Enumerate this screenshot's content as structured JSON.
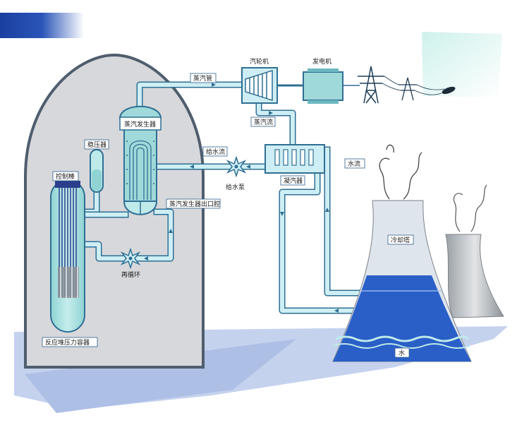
{
  "colors": {
    "containment": "#d7d8dc",
    "containment_stroke": "#4f5e6e",
    "water": "#a8dede",
    "pipe": "#cdeef4",
    "pipe_edge": "#2f6f93",
    "tower_water": "#2a5fc8",
    "ground_shadow": "#b9c8e8"
  },
  "labels": {
    "steam_pipe": "蒸汽管",
    "turbine": "汽轮机",
    "generator": "发电机",
    "steam_generator": "蒸汽发生器",
    "pressurizer": "稳压器",
    "control_rods": "控制棒",
    "steam_flow": "蒸汽流",
    "feedwater_flow": "给水流",
    "feedwater_pump": "给水泵",
    "condenser": "凝汽器",
    "water_flow": "水流",
    "sg_outlet": "蒸汽发生器出口腔",
    "recirculation": "再循环",
    "cooling_tower": "冷却塔",
    "water": "水",
    "reactor_vessel": "反应堆压力容器"
  }
}
